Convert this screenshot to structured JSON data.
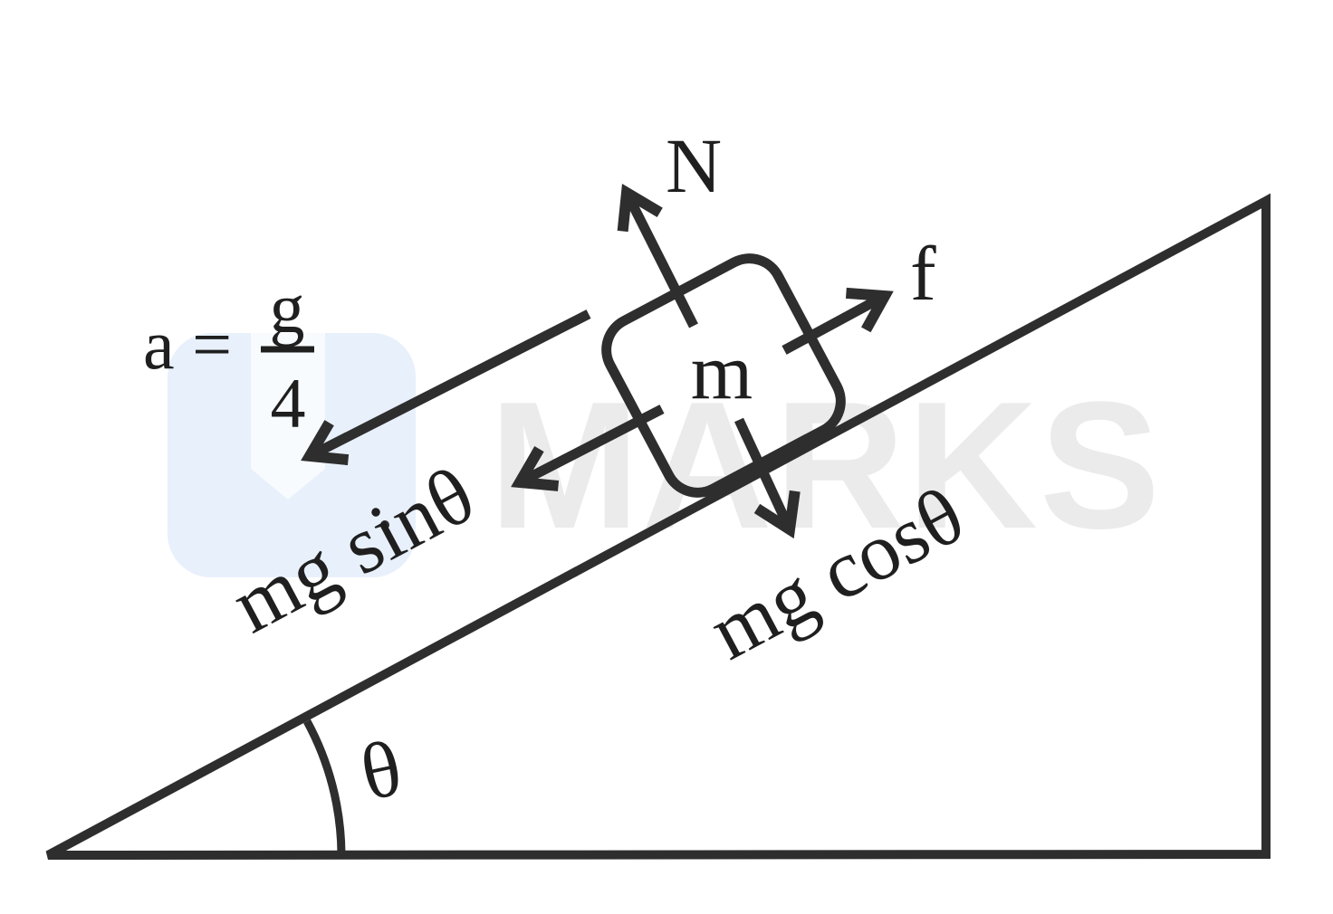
{
  "watermark": {
    "brand_text": "MARKS",
    "colors": {
      "text": "#ebebeb",
      "logo_background": "#e8f0fb",
      "logo_inner": "#f8fbfe"
    }
  },
  "diagram": {
    "description": "Free body diagram of a block of mass m on an inclined plane",
    "colors": {
      "stroke": "#2e2e2e",
      "text": "#1f1f1f"
    },
    "block_label": "m",
    "forces": {
      "normal": "N",
      "friction": "f",
      "gravity_parallel": "mg sinθ",
      "gravity_perpendicular": "mg cosθ"
    },
    "angle_label": "θ",
    "acceleration_equation": {
      "lhs": "a =",
      "numerator": "g",
      "denominator": "4"
    }
  }
}
